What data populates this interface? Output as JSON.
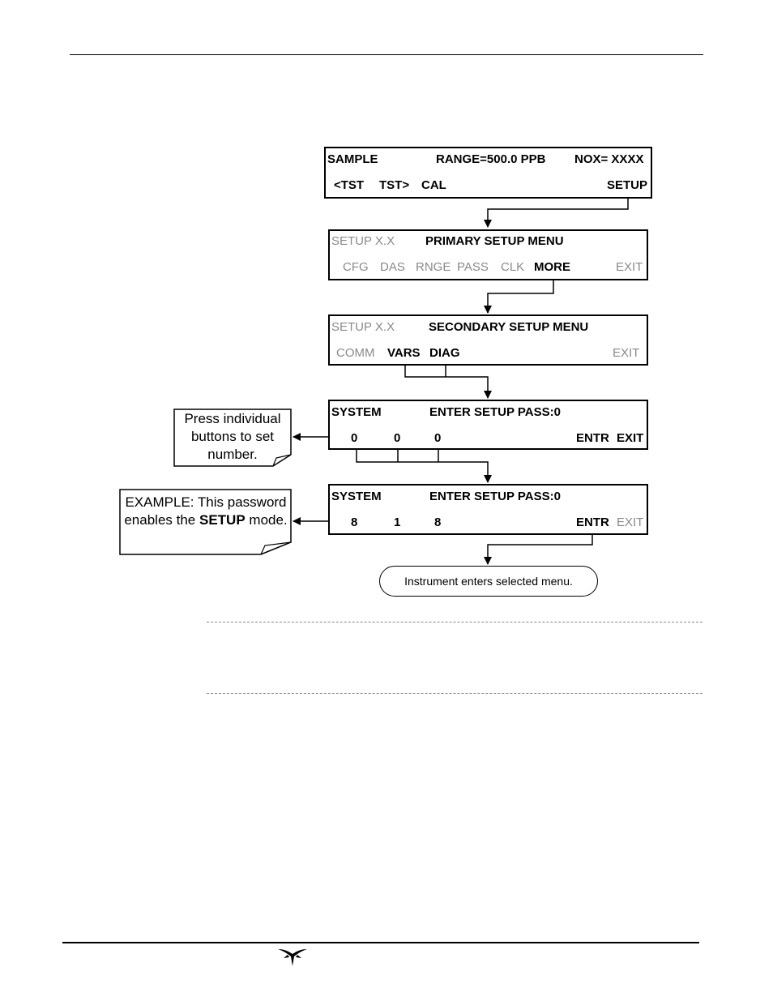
{
  "screen1": {
    "mode": "SAMPLE",
    "range": "RANGE=500.0 PPB",
    "reading": "NOX= XXXX",
    "buttons": [
      "<TST",
      "TST>",
      "CAL",
      "SETUP"
    ]
  },
  "screen2": {
    "mode": "SETUP X.X",
    "title": "PRIMARY SETUP MENU",
    "buttons": [
      "CFG",
      "DAS",
      "RNGE",
      "PASS",
      "CLK",
      "MORE",
      "EXIT"
    ]
  },
  "screen3": {
    "mode": "SETUP X.X",
    "title": "SECONDARY SETUP MENU",
    "buttons": [
      "COMM",
      "VARS",
      "DIAG",
      "EXIT"
    ]
  },
  "screen4": {
    "mode": "SYSTEM",
    "title": "ENTER SETUP PASS:0",
    "digits": [
      "0",
      "0",
      "0"
    ],
    "buttons": [
      "ENTR",
      "EXIT"
    ]
  },
  "screen5": {
    "mode": "SYSTEM",
    "title": "ENTER SETUP PASS:0",
    "digits": [
      "8",
      "1",
      "8"
    ],
    "buttons": [
      "ENTR",
      "EXIT"
    ]
  },
  "callout1": {
    "text": "Press individual buttons to set number."
  },
  "callout2": {
    "prefix": "EXAMPLE: This password enables the",
    "bold": "SETUP",
    "suffix": "mode."
  },
  "result": {
    "text": "Instrument enters selected menu."
  },
  "colors": {
    "line": "#000000",
    "dimmed": "#8a8a8a",
    "dash": "#888888"
  },
  "icons": {
    "logo": "teledyne-logo-icon"
  }
}
